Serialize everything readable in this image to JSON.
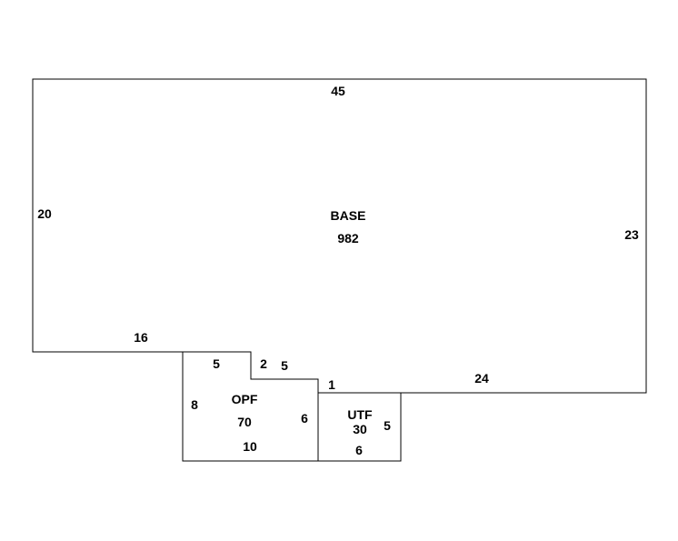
{
  "areas": {
    "base": {
      "name": "BASE",
      "sqft": "982"
    },
    "opf": {
      "name": "OPF",
      "sqft": "70"
    },
    "utf": {
      "name": "UTF",
      "sqft": "30"
    }
  },
  "dimensions": {
    "base_top": "45",
    "base_left": "20",
    "base_right": "23",
    "base_bottom_left": "16",
    "base_bottom_right": "24",
    "opf_top": "5",
    "opf_step_down": "2",
    "opf_step_top": "5",
    "opf_step_right": "1",
    "opf_left": "8",
    "opf_right": "6",
    "opf_bottom": "10",
    "utf_right": "5",
    "utf_bottom": "6"
  },
  "colors": {
    "line": "#000000",
    "background": "#ffffff"
  }
}
